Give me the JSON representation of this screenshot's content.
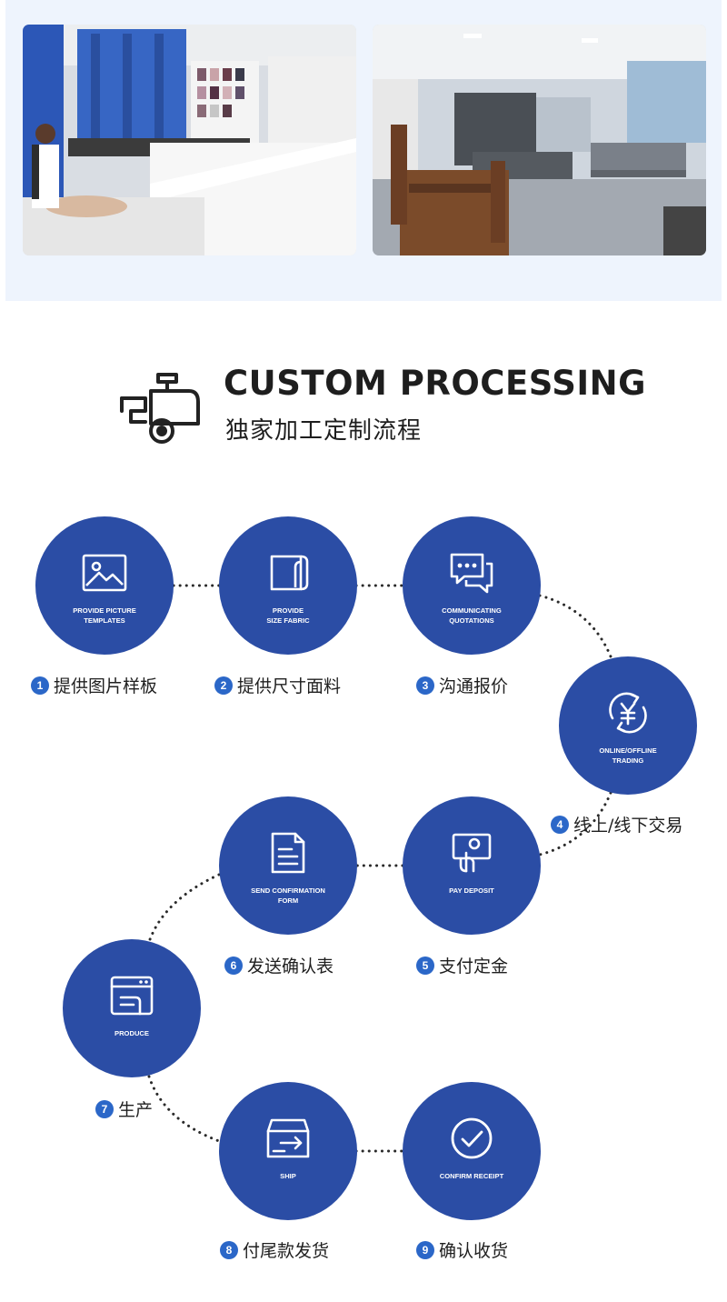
{
  "photos": [
    {
      "id": "photo-sewing-workshop"
    },
    {
      "id": "photo-office-lounge"
    }
  ],
  "header": {
    "title_en": "CUSTOM PROCESSING",
    "title_cn": "独家加工定制流程",
    "icon": "machine-icon"
  },
  "steps": [
    {
      "num": "1",
      "en": "PROVIDE PICTURE\nTEMPLATES",
      "cn": "提供图片样板",
      "icon": "image-icon"
    },
    {
      "num": "2",
      "en": "PROVIDE\nSIZE FABRIC",
      "cn": "提供尺寸面料",
      "icon": "fabric-roll-icon"
    },
    {
      "num": "3",
      "en": "COMMUNICATING\nQUOTATIONS",
      "cn": "沟通报价",
      "icon": "chat-icon"
    },
    {
      "num": "4",
      "en": "ONLINE/OFFLINE\nTRADING",
      "cn": "线上/线下交易",
      "icon": "yuan-cycle-icon"
    },
    {
      "num": "5",
      "en": "PAY DEPOSIT",
      "cn": "支付定金",
      "icon": "payment-terminal-icon"
    },
    {
      "num": "6",
      "en": "SEND CONFIRMATION\nFORM",
      "cn": "发送确认表",
      "icon": "document-icon"
    },
    {
      "num": "7",
      "en": "PRODUCE",
      "cn": "生产",
      "icon": "sewing-machine-icon"
    },
    {
      "num": "8",
      "en": "SHIP",
      "cn": "付尾款发货",
      "icon": "shipping-box-icon"
    },
    {
      "num": "9",
      "en": "CONFIRM RECEIPT",
      "cn": "确认收货",
      "icon": "checkmark-icon"
    }
  ],
  "colors": {
    "circle": "#2b4da5",
    "badge": "#2b67c8",
    "band": "#eef4fd"
  }
}
